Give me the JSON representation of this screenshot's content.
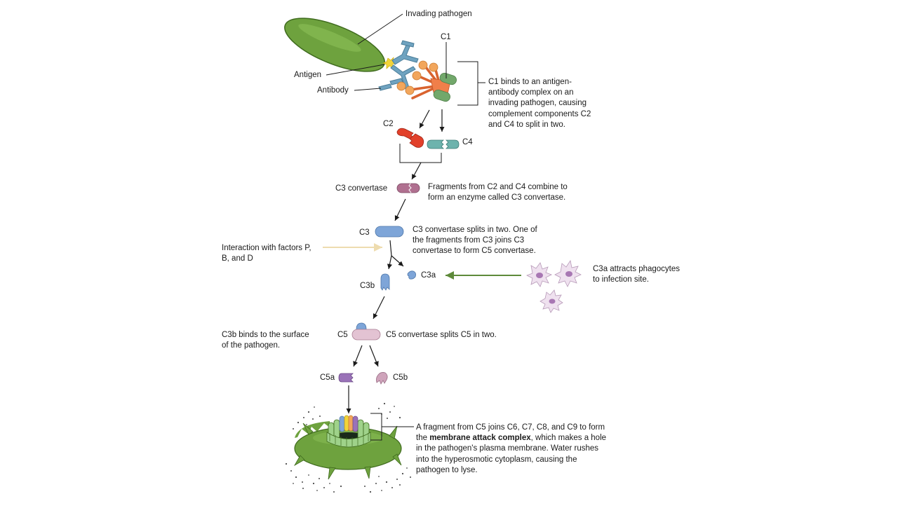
{
  "labels": {
    "pathogen": "Invading pathogen",
    "c1": "C1",
    "antigen": "Antigen",
    "antibody": "Antibody",
    "c2": "C2",
    "c4": "C4",
    "c3_convertase": "C3 convertase",
    "c3": "C3",
    "factors_line1": "Interaction with factors P,",
    "factors_line2": "B, and D",
    "c3a": "C3a",
    "c3b": "C3b",
    "c5": "C5",
    "c3b_note_line1": "C3b binds to the surface",
    "c3b_note_line2": "of the pathogen.",
    "c5a": "C5a",
    "c5b": "C5b"
  },
  "notes": {
    "c1_binding": [
      "C1 binds to an antigen-",
      "antibody complex on an",
      "invading pathogen, causing",
      "complement components C2",
      "and C4 to split in two."
    ],
    "c3_convertase": [
      "Fragments from C2 and C4 combine to",
      "form an enzyme called C3 convertase."
    ],
    "c3_split": [
      "C3 convertase splits in two. One of",
      "the fragments from C3 joins C3",
      "convertase to form C5 convertase."
    ],
    "phagocytes": [
      "C3a attracts phagocytes",
      "to infection site."
    ],
    "c5_split": "C5 convertase splits C5 in two.",
    "mac": {
      "line1": "A fragment  from C5 joins C6, C7, C8, and C9 to form",
      "line2_pre": "the ",
      "line2_bold": "membrane attack complex",
      "line2_post": ", which makes a hole",
      "line3": "in the pathogen's plasma membrane. Water rushes",
      "line4": "into the hyperosmotic cytoplasm, causing the",
      "line5": "pathogen to lyse."
    }
  },
  "colors": {
    "pathogen": "#6ea23e",
    "antibody": "#6fa3c0",
    "antigen": "#f2d43a",
    "c1_node": "#f2a65c",
    "c1_stalk": "#f07f4a",
    "c1_head": "#72a86b",
    "c2": "#e2402a",
    "c4": "#6db3ad",
    "c3_convertase": "#b07090",
    "c3": "#7ea5d8",
    "c5": "#e3c3d3",
    "c5a": "#9a72b8",
    "c5b": "#cfa4bb",
    "factor_arrow": "#eedcaf",
    "phagocyte_arrow": "#5e8a3a",
    "phagocyte": "#efe1ef",
    "text": "#1a1a1a"
  }
}
